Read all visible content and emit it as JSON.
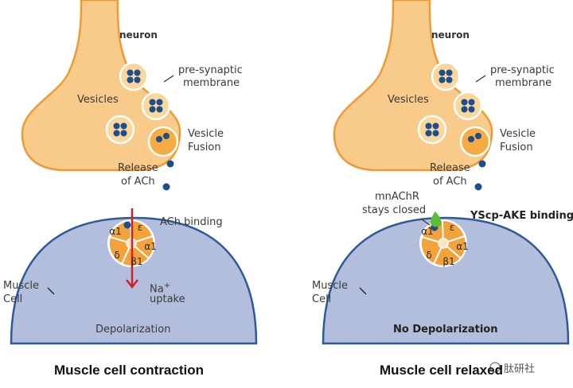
{
  "left_panel": {
    "neuron_label": "neuron",
    "presynaptic_label": [
      "pre-synaptic",
      "membrane"
    ],
    "vesicles_label": "Vesicles",
    "vesicle_fusion_label": [
      "Vesicle",
      "Fusion"
    ],
    "release_label": [
      "Release",
      "of ACh"
    ],
    "receptor_subunits": [
      "α1",
      "ε",
      "α1",
      "δ",
      "β1"
    ],
    "ach_binding_label": "ACh binding",
    "na_label": [
      "Na",
      "+",
      "uptake"
    ],
    "muscle_cell_label": [
      "Muscle",
      "Cell"
    ],
    "depolarization_label": "Depolarization",
    "caption": "Muscle cell contraction"
  },
  "right_panel": {
    "neuron_label": "neuron",
    "presynaptic_label": [
      "pre-synaptic",
      "membrane"
    ],
    "vesicles_label": "Vesicles",
    "vesicle_fusion_label": [
      "Vesicle",
      "Fusion"
    ],
    "release_label": [
      "Release",
      "of ACh"
    ],
    "receptor_subunits": [
      "α1",
      "ε",
      "α1",
      "δ",
      "β1"
    ],
    "mnachr_label": [
      "mnAChR",
      "stays closed"
    ],
    "binding_label": "YScp-AKE binding",
    "muscle_cell_label": [
      "Muscle",
      "Cell"
    ],
    "depolarization_label": "No Depolarization",
    "caption": "Muscle cell relaxed"
  },
  "watermark": "肽研社",
  "colors": {
    "neuron_fill": "#f9cb8a",
    "neuron_stroke": "#ef9b33",
    "vesicle_fill": "#fbd79c",
    "dot": "#1b4e8c",
    "receptor_fill": "#f3a33a",
    "muscle_fill": "#b3bddc",
    "muscle_stroke": "#2d5a9a",
    "arrow": "#d0202a",
    "binder": "#5bbd3a"
  }
}
